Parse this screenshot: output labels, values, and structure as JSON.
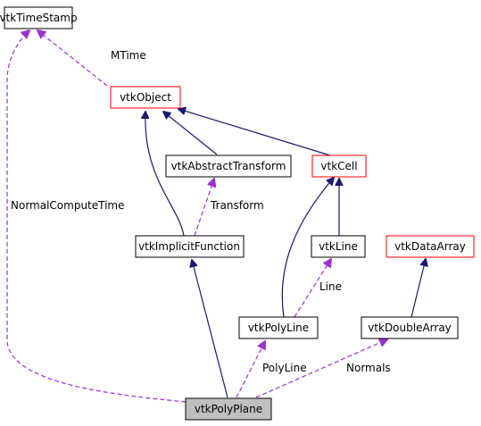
{
  "colors": {
    "inherit_edge": "#191970",
    "usage_edge": "#9a32cd",
    "node_border_default": "#000000",
    "node_border_incomplete": "#ff0000",
    "node_fill_focus": "#bfbfbf"
  },
  "nodes": {
    "vtkTimeStamp": {
      "label": "vtkTimeStamp",
      "border": "black",
      "focus": false
    },
    "vtkObject": {
      "label": "vtkObject",
      "border": "red",
      "focus": false
    },
    "vtkAbstractTransform": {
      "label": "vtkAbstractTransform",
      "border": "black",
      "focus": false
    },
    "vtkCell": {
      "label": "vtkCell",
      "border": "red",
      "focus": false
    },
    "vtkImplicitFunction": {
      "label": "vtkImplicitFunction",
      "border": "black",
      "focus": false
    },
    "vtkLine": {
      "label": "vtkLine",
      "border": "black",
      "focus": false
    },
    "vtkDataArray": {
      "label": "vtkDataArray",
      "border": "red",
      "focus": false
    },
    "vtkPolyLine": {
      "label": "vtkPolyLine",
      "border": "black",
      "focus": false
    },
    "vtkDoubleArray": {
      "label": "vtkDoubleArray",
      "border": "black",
      "focus": false
    },
    "vtkPolyPlane": {
      "label": "vtkPolyPlane",
      "border": "black",
      "focus": true
    }
  },
  "edge_labels": {
    "mtime": "MTime",
    "normal_compute_time": "NormalComputeTime",
    "transform": "Transform",
    "line": "Line",
    "poly_line": "PolyLine",
    "normals": "Normals"
  },
  "edges": [
    {
      "from": "vtkTimeStamp",
      "to": "vtkObject",
      "kind": "usage",
      "label_key": "mtime"
    },
    {
      "from": "vtkTimeStamp",
      "to": "vtkPolyPlane",
      "kind": "usage",
      "label_key": "normal_compute_time"
    },
    {
      "from": "vtkObject",
      "to": "vtkAbstractTransform",
      "kind": "inheritance"
    },
    {
      "from": "vtkObject",
      "to": "vtkCell",
      "kind": "inheritance"
    },
    {
      "from": "vtkObject",
      "to": "vtkImplicitFunction",
      "kind": "inheritance"
    },
    {
      "from": "vtkAbstractTransform",
      "to": "vtkImplicitFunction",
      "kind": "usage",
      "label_key": "transform"
    },
    {
      "from": "vtkCell",
      "to": "vtkLine",
      "kind": "inheritance"
    },
    {
      "from": "vtkCell",
      "to": "vtkPolyLine",
      "kind": "inheritance"
    },
    {
      "from": "vtkLine",
      "to": "vtkPolyLine",
      "kind": "usage",
      "label_key": "line"
    },
    {
      "from": "vtkDataArray",
      "to": "vtkDoubleArray",
      "kind": "inheritance"
    },
    {
      "from": "vtkImplicitFunction",
      "to": "vtkPolyPlane",
      "kind": "inheritance"
    },
    {
      "from": "vtkPolyLine",
      "to": "vtkPolyPlane",
      "kind": "usage",
      "label_key": "poly_line"
    },
    {
      "from": "vtkDoubleArray",
      "to": "vtkPolyPlane",
      "kind": "usage",
      "label_key": "normals"
    }
  ]
}
